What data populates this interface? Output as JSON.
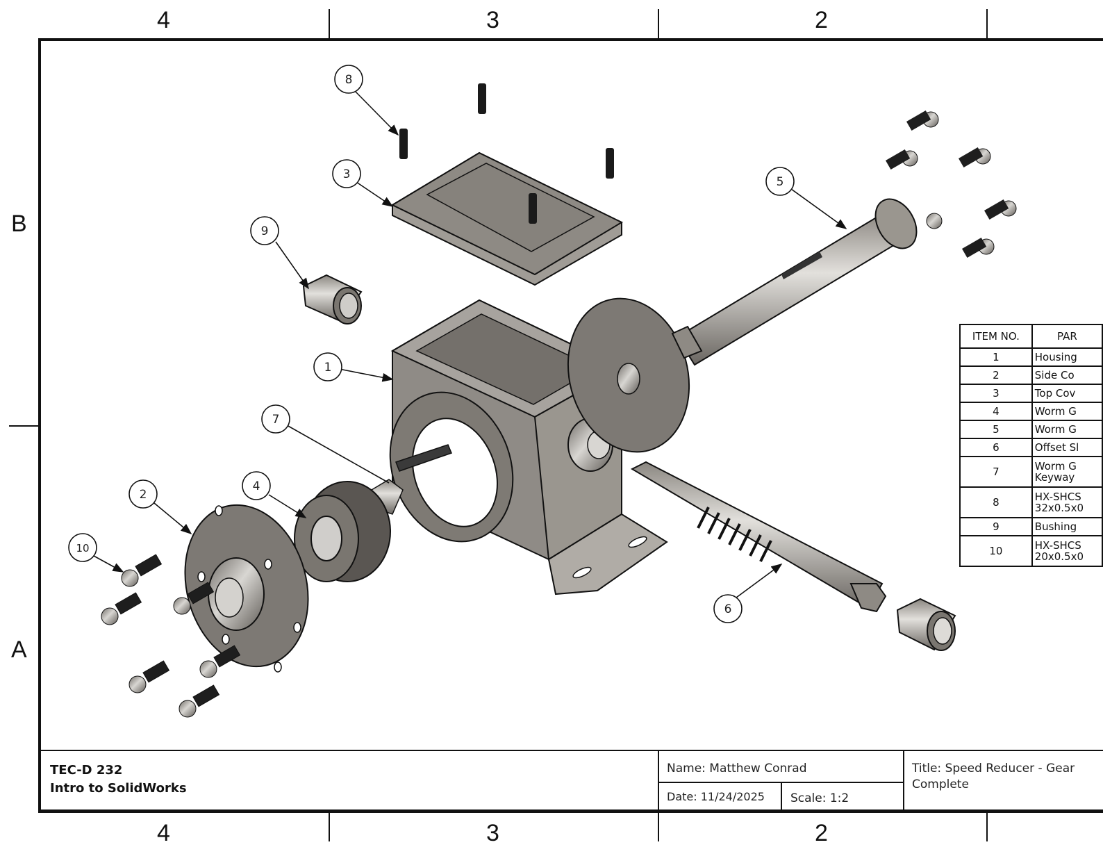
{
  "sheet": {
    "zones_top": [
      "4",
      "3",
      "2"
    ],
    "zones_bottom": [
      "4",
      "3",
      "2"
    ],
    "zones_left": [
      "B",
      "A"
    ]
  },
  "balloons": [
    {
      "number": "1",
      "part": "Housing"
    },
    {
      "number": "2",
      "part": "Side Cover"
    },
    {
      "number": "3",
      "part": "Top Cover"
    },
    {
      "number": "4",
      "part": "Worm Gear"
    },
    {
      "number": "5",
      "part": "Worm Gear Shaft"
    },
    {
      "number": "6",
      "part": "Offset Shaft"
    },
    {
      "number": "7",
      "part": "Worm Gear Keyway"
    },
    {
      "number": "8",
      "part": "HX-SHCS"
    },
    {
      "number": "9",
      "part": "Bushing"
    },
    {
      "number": "10",
      "part": "HX-SHCS"
    }
  ],
  "bom": {
    "headers": [
      "ITEM NO.",
      "PAR"
    ],
    "rows": [
      {
        "item": "1",
        "part": "Housing",
        "part2": ""
      },
      {
        "item": "2",
        "part": "Side Co",
        "part2": ""
      },
      {
        "item": "3",
        "part": "Top Cov",
        "part2": ""
      },
      {
        "item": "4",
        "part": "Worm G",
        "part2": ""
      },
      {
        "item": "5",
        "part": "Worm G",
        "part2": ""
      },
      {
        "item": "6",
        "part": "Offset Sl",
        "part2": ""
      },
      {
        "item": "7",
        "part": "Worm G",
        "part2": "Keyway"
      },
      {
        "item": "8",
        "part": "HX-SHCS",
        "part2": "32x0.5x0"
      },
      {
        "item": "9",
        "part": "Bushing",
        "part2": ""
      },
      {
        "item": "10",
        "part": "HX-SHCS",
        "part2": "20x0.5x0"
      }
    ]
  },
  "title_block": {
    "course_code": "TEC-D 232",
    "course_name": "Intro to SolidWorks",
    "name": "Name: Matthew Conrad",
    "date": "Date: 11/24/2025",
    "scale": "Scale: 1:2",
    "title_line1": "Title: Speed Reducer - Gear",
    "title_line2": "Complete"
  }
}
